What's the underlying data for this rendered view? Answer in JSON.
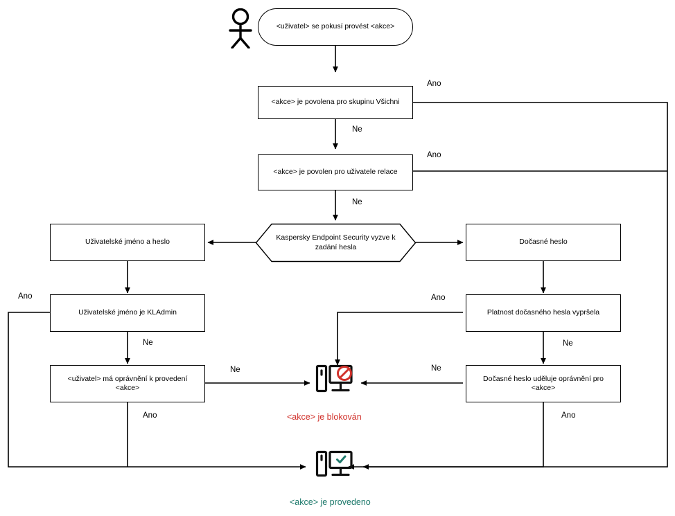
{
  "diagram": {
    "title": "Kaspersky Endpoint Security password check flow",
    "colors": {
      "line": "#000000",
      "blocked": "#d1322c",
      "allowed": "#1f7a6c",
      "node_border": "#000000",
      "node_fill": "#ffffff"
    },
    "nodes": [
      {
        "id": "start",
        "text": "<uživatel> se pokusí provést <akce>"
      },
      {
        "id": "group_all",
        "text": "<akce> je povolena pro skupinu Všichni"
      },
      {
        "id": "session",
        "text": "<akce> je povolen pro uživatele relace"
      },
      {
        "id": "prompt",
        "text": "Kaspersky Endpoint Security vyzve k zadání hesla"
      },
      {
        "id": "userpass",
        "text": "Uživatelské jméno a heslo"
      },
      {
        "id": "temppass",
        "text": "Dočasné heslo"
      },
      {
        "id": "kladmin",
        "text": "Uživatelské jméno je KLAdmin"
      },
      {
        "id": "expired",
        "text": "Platnost dočasného hesla vypršela"
      },
      {
        "id": "userperm",
        "text": "<uživatel> má oprávnění k provedení <akce>"
      },
      {
        "id": "tempperm",
        "text": "Dočasné heslo uděluje oprávnění pro <akce>"
      }
    ],
    "edge_labels": [
      {
        "id": "ano_group",
        "text": "Ano"
      },
      {
        "id": "ne_group",
        "text": "Ne"
      },
      {
        "id": "ano_session",
        "text": "Ano"
      },
      {
        "id": "ne_session",
        "text": "Ne"
      },
      {
        "id": "ano_kladmin",
        "text": "Ano"
      },
      {
        "id": "ne_kladmin",
        "text": "Ne"
      },
      {
        "id": "ano_expired",
        "text": "Ano"
      },
      {
        "id": "ne_expired",
        "text": "Ne"
      },
      {
        "id": "ne_userperm",
        "text": "Ne"
      },
      {
        "id": "ano_userperm",
        "text": "Ano"
      },
      {
        "id": "ne_tempperm",
        "text": "Ne"
      },
      {
        "id": "ano_tempperm",
        "text": "Ano"
      }
    ],
    "captions": {
      "blocked": "<akce> je blokován",
      "allowed": "<akce> je provedeno"
    },
    "icons": {
      "user": "user-person-icon",
      "blocked": "monitor-blocked-icon",
      "allowed": "monitor-check-icon"
    }
  }
}
